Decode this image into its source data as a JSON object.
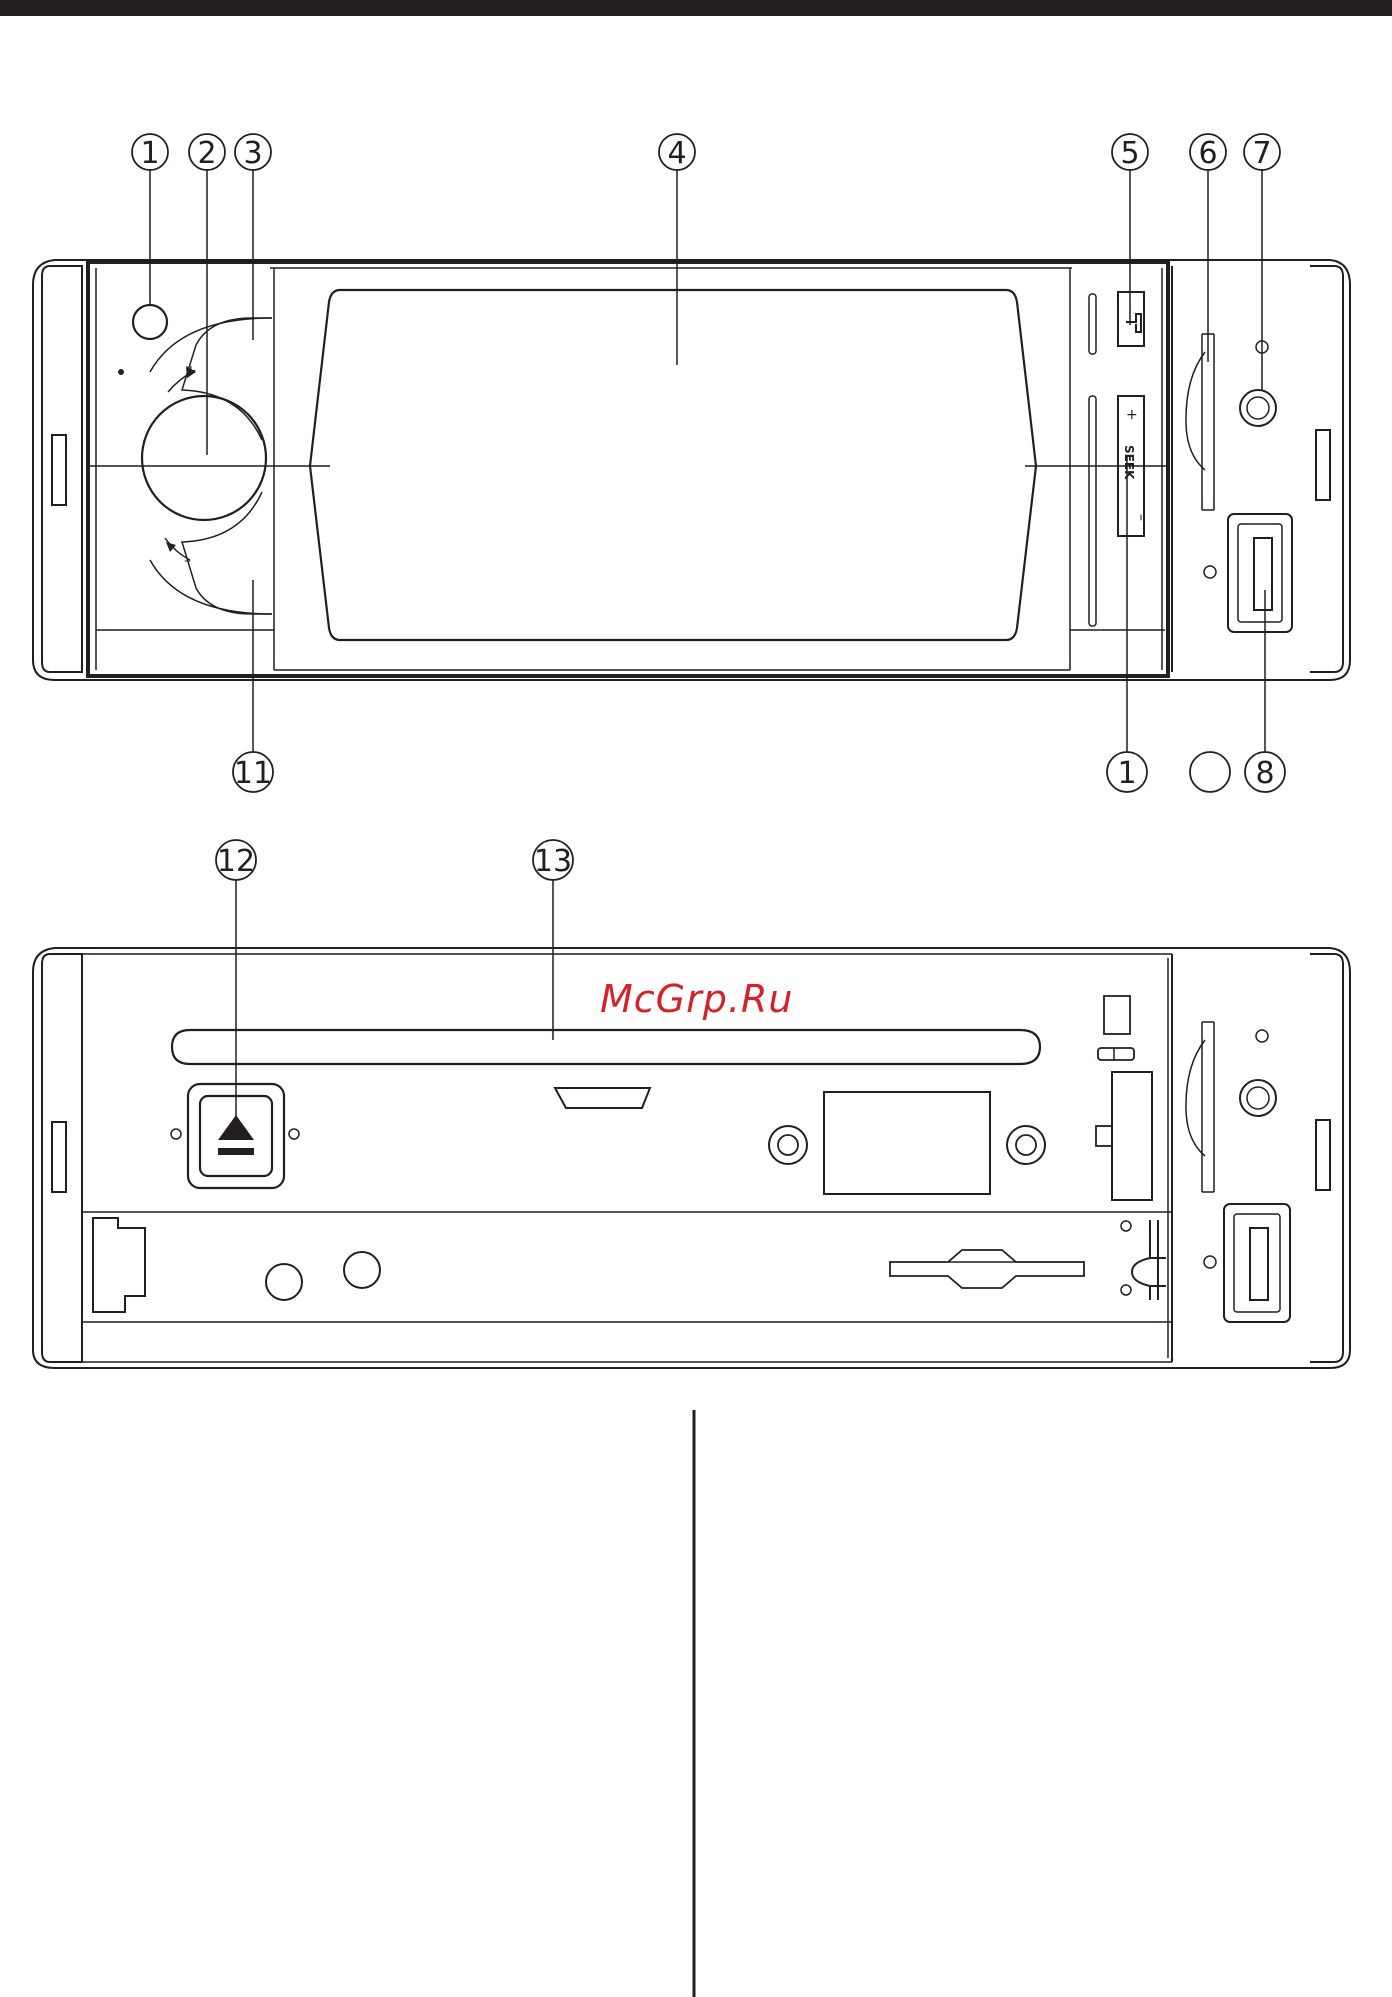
{
  "callouts": {
    "c1": "1",
    "c2": "2",
    "c3": "3",
    "c4": "4",
    "c5": "5",
    "c6": "6",
    "c7": "7",
    "c8": "8",
    "c1b": "1",
    "c11": "11",
    "c12": "12",
    "c13": "13"
  },
  "front_panel": {
    "seek_label": "SEEK",
    "seek_plus": "+",
    "seek_minus": "–",
    "volume_plus": "+",
    "volume_minus": "–"
  },
  "watermark": "McGrp.Ru",
  "colors": {
    "line": "#231f20",
    "watermark": "#d2232a",
    "background": "#ffffff"
  }
}
